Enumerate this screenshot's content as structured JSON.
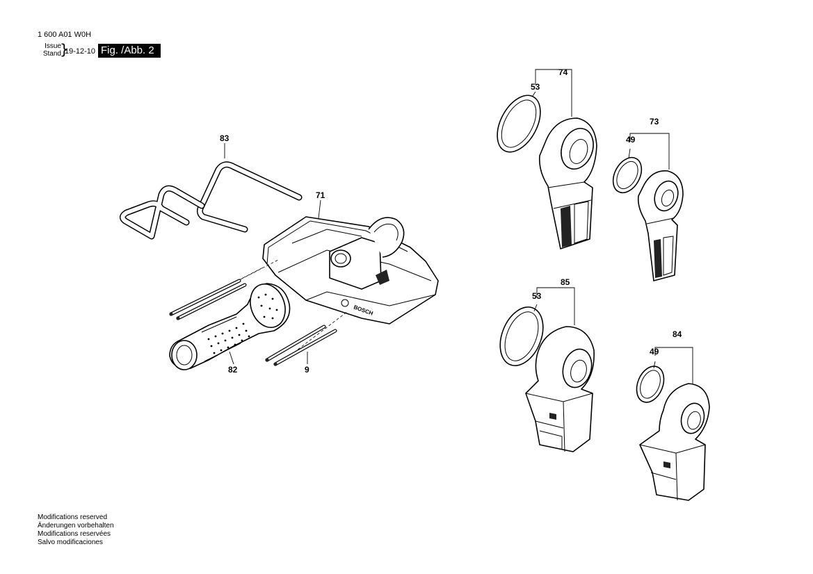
{
  "header": {
    "doc_number": "1 600 A01 W0H",
    "issue_label_en": "Issue",
    "issue_label_de": "Stand",
    "issue_date": "19-12-10",
    "figure_label": "Fig. /Abb. 2"
  },
  "footer": {
    "modifications": [
      "Modifications reserved",
      "Änderungen vorbehalten",
      "Modifications reservées",
      "Salvo modificaciones"
    ]
  },
  "parts": {
    "p83": "83",
    "p71": "71",
    "p82": "82",
    "p9": "9",
    "p74": "74",
    "p53a": "53",
    "p73": "73",
    "p49a": "49",
    "p85": "85",
    "p53b": "53",
    "p84": "84",
    "p49b": "49"
  }
}
